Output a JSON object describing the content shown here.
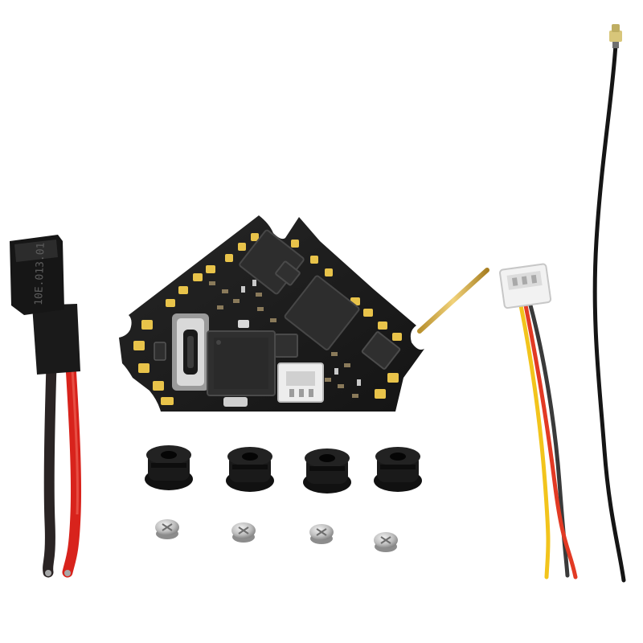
{
  "scene": {
    "background": "#ffffff"
  },
  "power_lead": {
    "housing_marking": "10E.013.01",
    "housing_color": "#161616",
    "wire_colors": [
      "#262222",
      "#d8231c"
    ]
  },
  "flight_controller": {
    "board_color": "#1b1b1b",
    "pad_color": "#e8c34a",
    "components": [
      "usb-c-port",
      "main-mcu-chip",
      "gyro-chip",
      "receiver-chip",
      "osd-chip",
      "rx-connector",
      "wire-antenna"
    ]
  },
  "mount_grommets": {
    "count": 4,
    "color": "#1a1a1a"
  },
  "screws": {
    "count": 4,
    "color": "#b9b9b9"
  },
  "jst_lead": {
    "connector_color": "#f2f2f2",
    "wire_colors": [
      "#f2c41c",
      "#e23a24",
      "#3a3a3a"
    ]
  },
  "antenna_pigtail": {
    "cable_color": "#151515",
    "tip_color": "#d8c67a"
  }
}
